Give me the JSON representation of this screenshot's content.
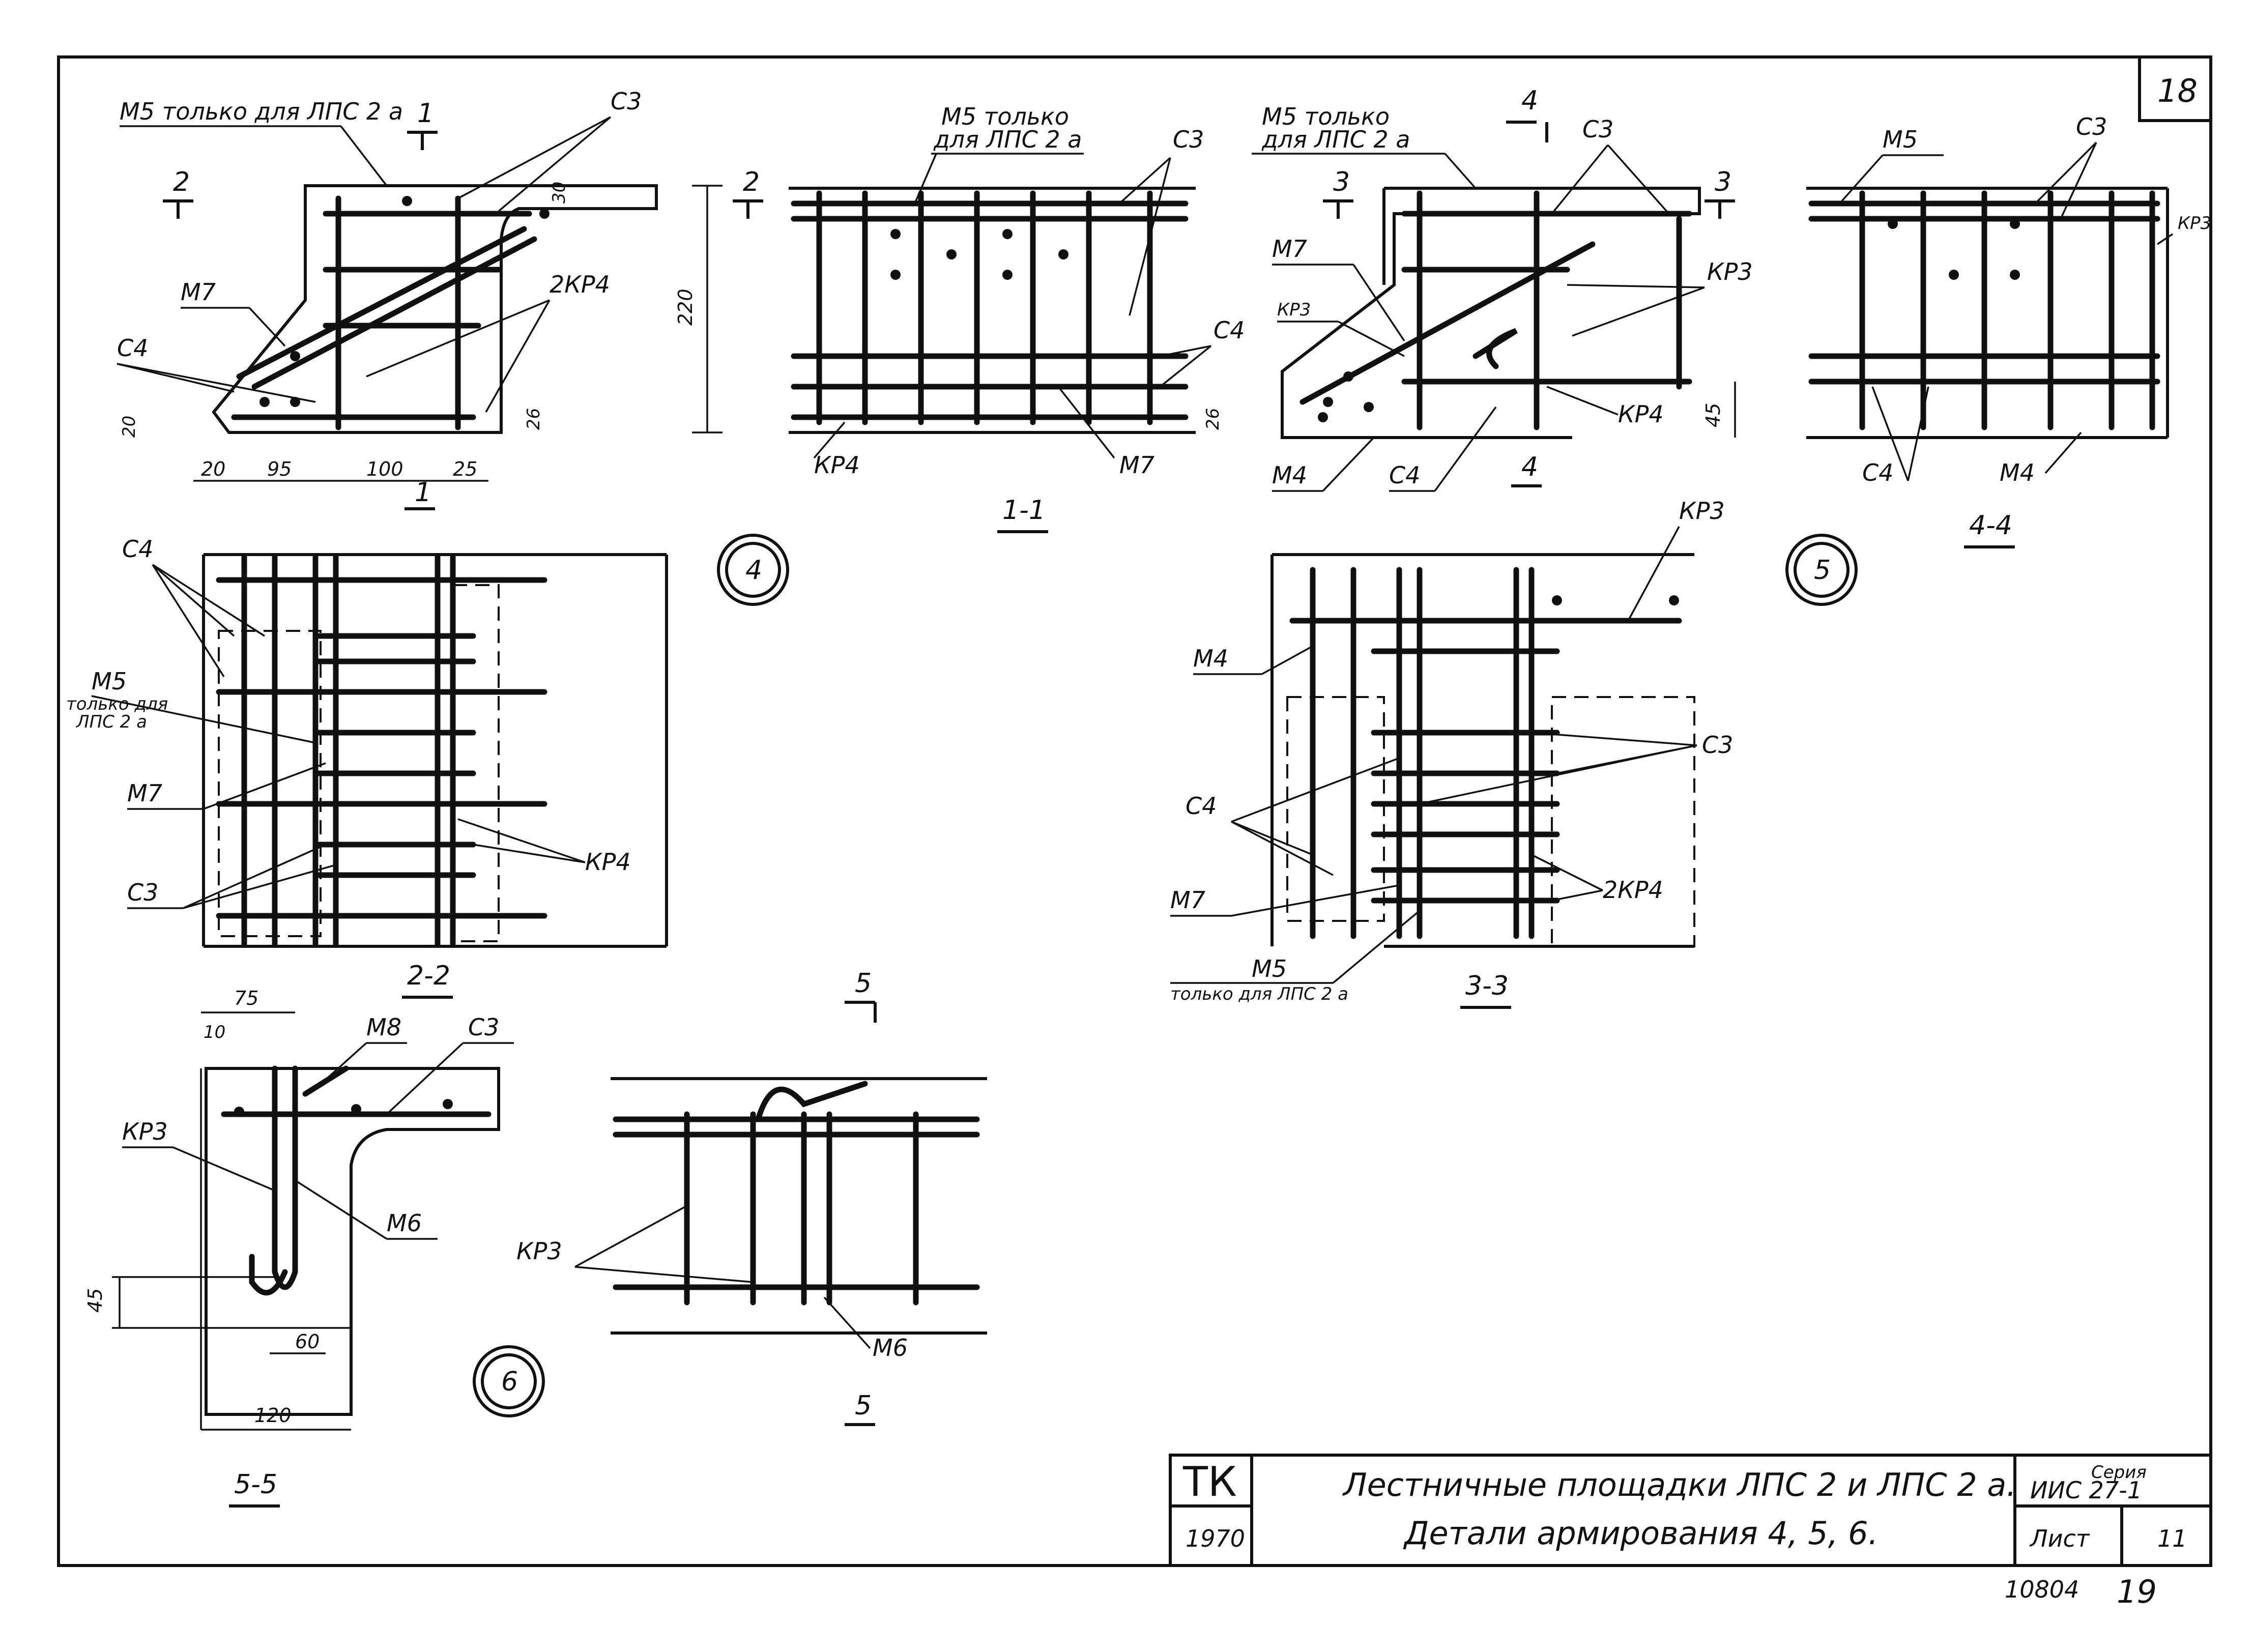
{
  "sheet_number": "18",
  "labels": {
    "c3": "С3",
    "c4": "С4",
    "m4": "М4",
    "m5": "М5",
    "m6": "М6",
    "m7": "М7",
    "m8": "М8",
    "kr3": "КР3",
    "kr4": "КР4",
    "two_kr4": "2КР4",
    "m5_only_lpc2a": "М5 только для ЛПС 2 а",
    "m5_only_short": "М5 только",
    "for_lpc2a": "для ЛПС 2 а",
    "m5_note_small_1": "только для",
    "m5_note_small_2": "ЛПС 2 а",
    "m5_only_bottom": "только для ЛПС 2 а"
  },
  "section_marks": {
    "one": "1",
    "two": "2",
    "three": "3",
    "four": "4",
    "five": "5"
  },
  "dimensions": {
    "d220": "220",
    "d20": "20",
    "d95": "95",
    "d100": "100",
    "d25": "25",
    "d30": "30",
    "d45": "45",
    "d26": "26",
    "d75": "75",
    "d10": "10",
    "d60": "60",
    "d120": "120"
  },
  "views": {
    "v11": "1-1",
    "v22": "2-2",
    "v33": "3-3",
    "v44": "4-4",
    "v55": "5-5"
  },
  "details": {
    "d4": "4",
    "d5": "5",
    "d6": "6"
  },
  "title_block": {
    "org": "ТК",
    "year": "1970",
    "title_line1": "Лестничные площадки ЛПС 2 и ЛПС 2 а.",
    "title_line2": "Детали армирования 4, 5, 6.",
    "series_label": "Серия",
    "series_value": "ИИС 27-1",
    "sheet_label": "Лист",
    "sheet_value": "11"
  },
  "footer": {
    "archive_number": "10804",
    "page": "19"
  }
}
